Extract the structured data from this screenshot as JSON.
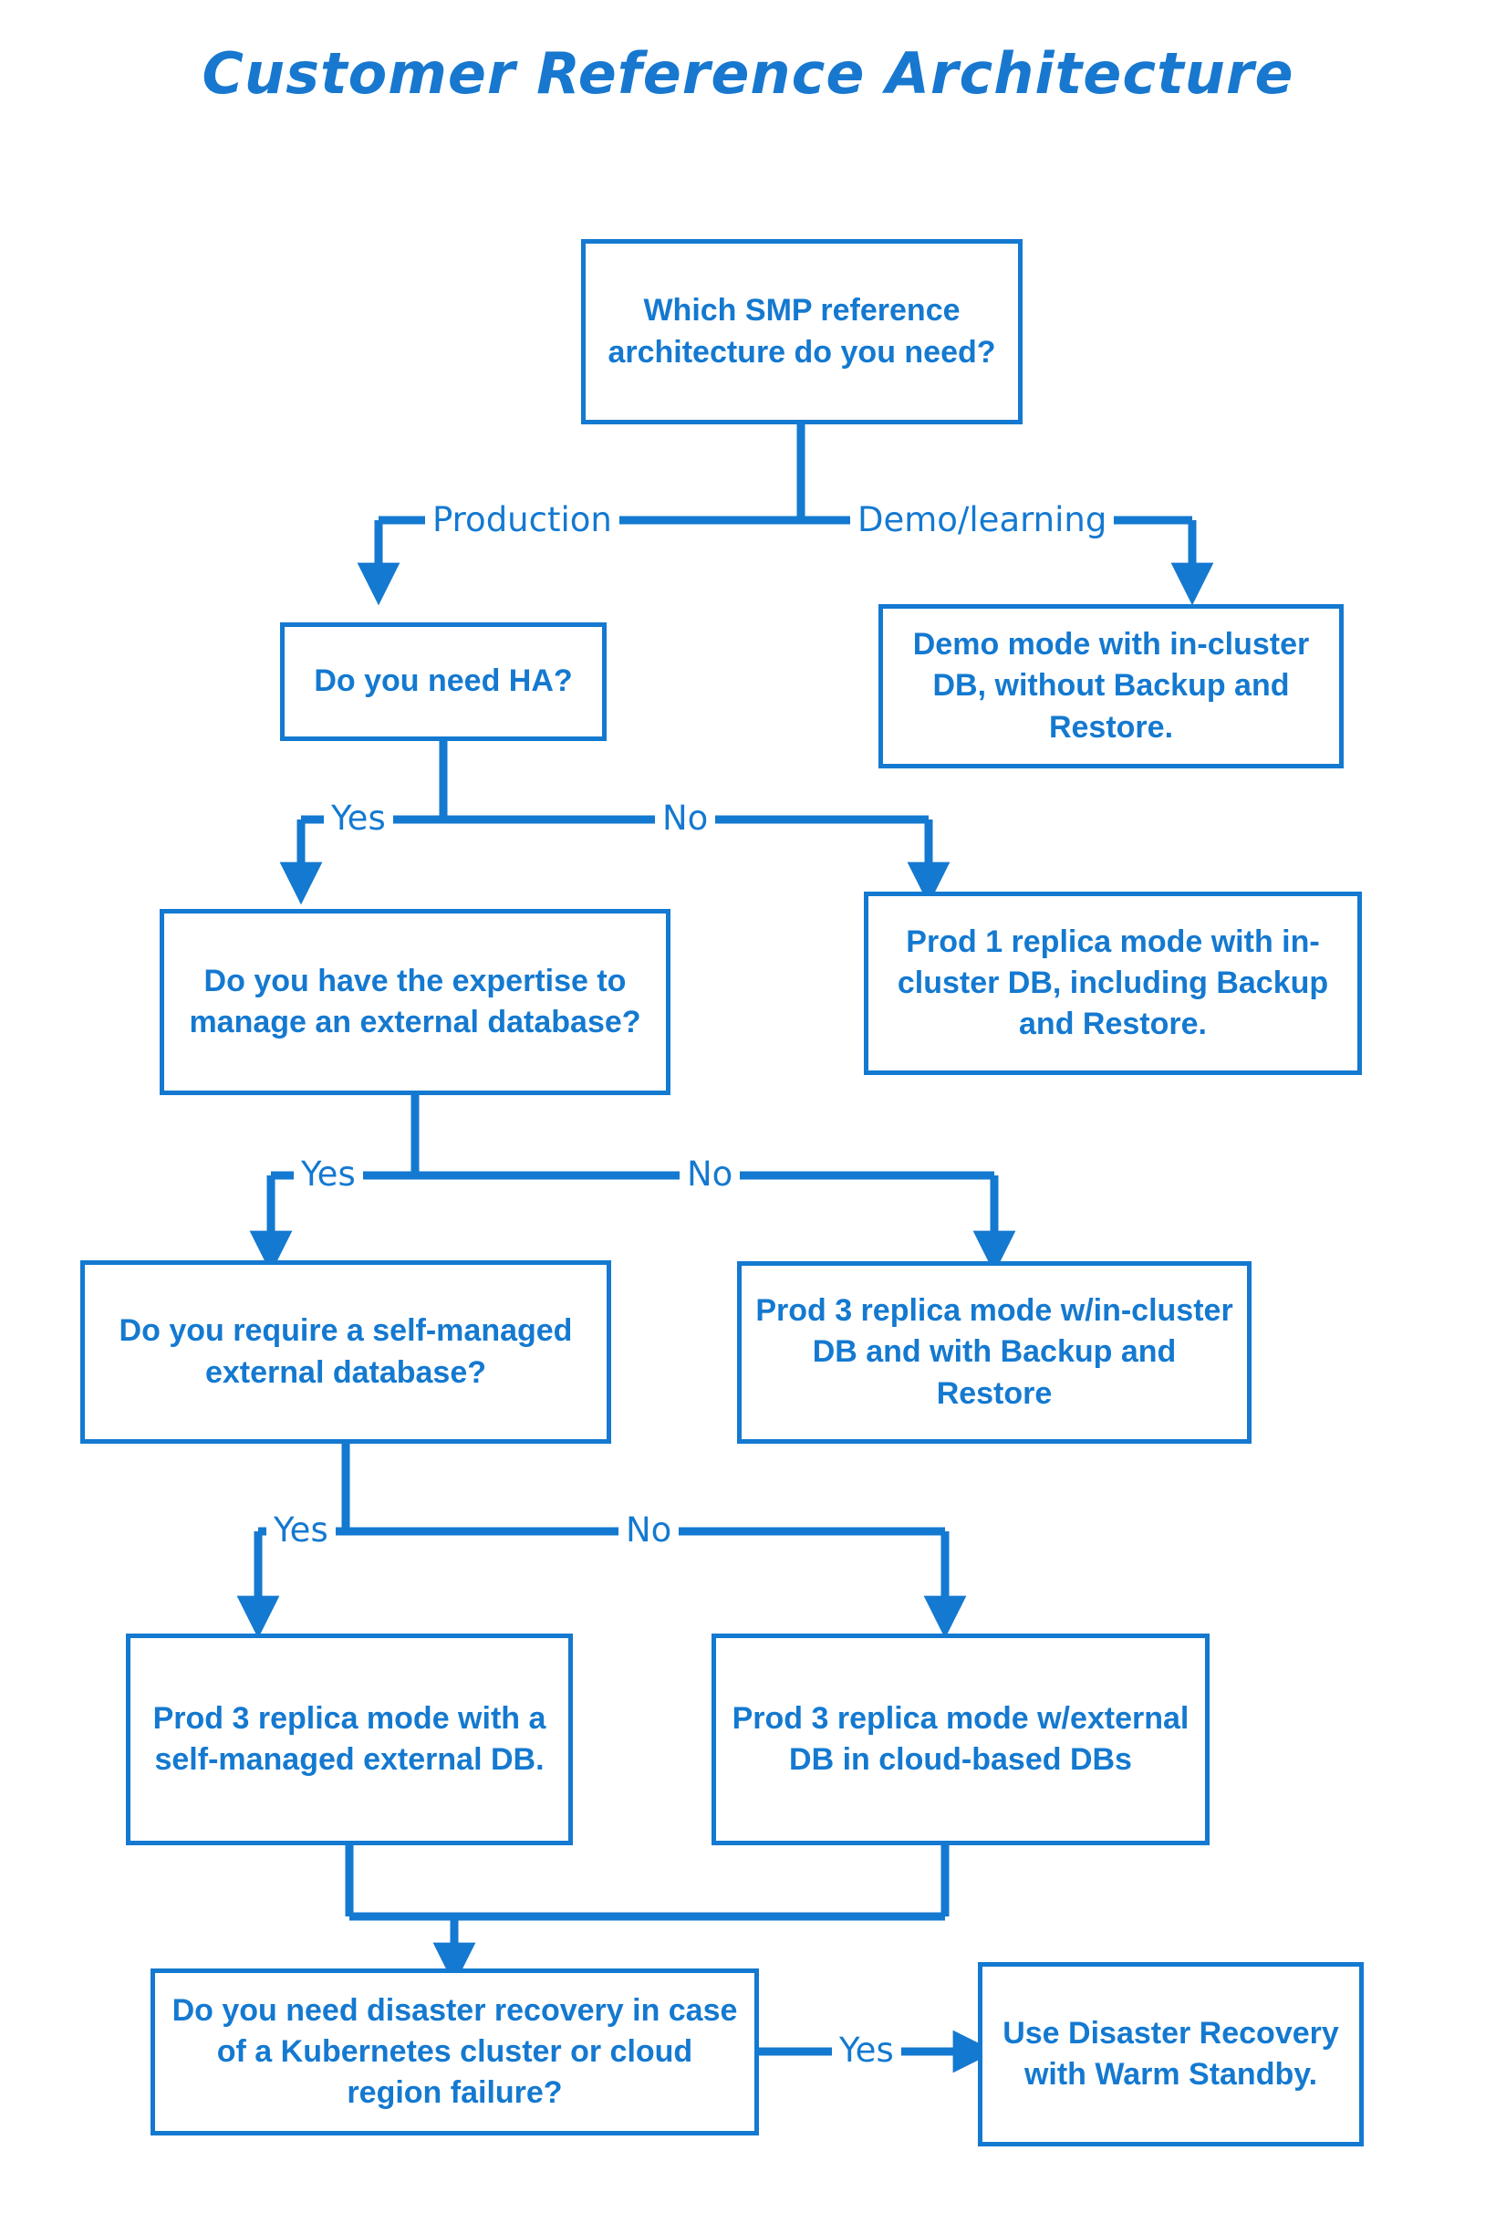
{
  "title": "Customer Reference Architecture",
  "theme": {
    "accent": "#1479d0",
    "background": "#ffffff",
    "title_color": "#1878cf"
  },
  "nodes": {
    "root": "Which SMP reference architecture do you need?",
    "demo_result": "Demo mode with in-cluster DB, without Backup and Restore.",
    "ha_question": "Do you need HA?",
    "prod1_result": "Prod 1 replica mode with in-cluster DB, including Backup and Restore.",
    "expertise_question": "Do you have the expertise to manage an external database?",
    "prod3_incluster_result": "Prod 3 replica mode w/in-cluster DB and with Backup and Restore",
    "selfmanaged_question": "Do you require a self-managed external database?",
    "prod3_selfmanaged_result": "Prod 3 replica mode with a self-managed external DB.",
    "prod3_cloud_result": "Prod 3 replica mode w/external DB in cloud-based DBs",
    "dr_question": "Do you need disaster recovery in case of a Kubernetes cluster or cloud region failure?",
    "dr_result": "Use Disaster Recovery with Warm Standby."
  },
  "edge_labels": {
    "production": "Production",
    "demo_learning": "Demo/learning",
    "ha_yes": "Yes",
    "ha_no": "No",
    "expertise_yes": "Yes",
    "expertise_no": "No",
    "selfmanaged_yes": "Yes",
    "selfmanaged_no": "No",
    "dr_yes": "Yes"
  }
}
